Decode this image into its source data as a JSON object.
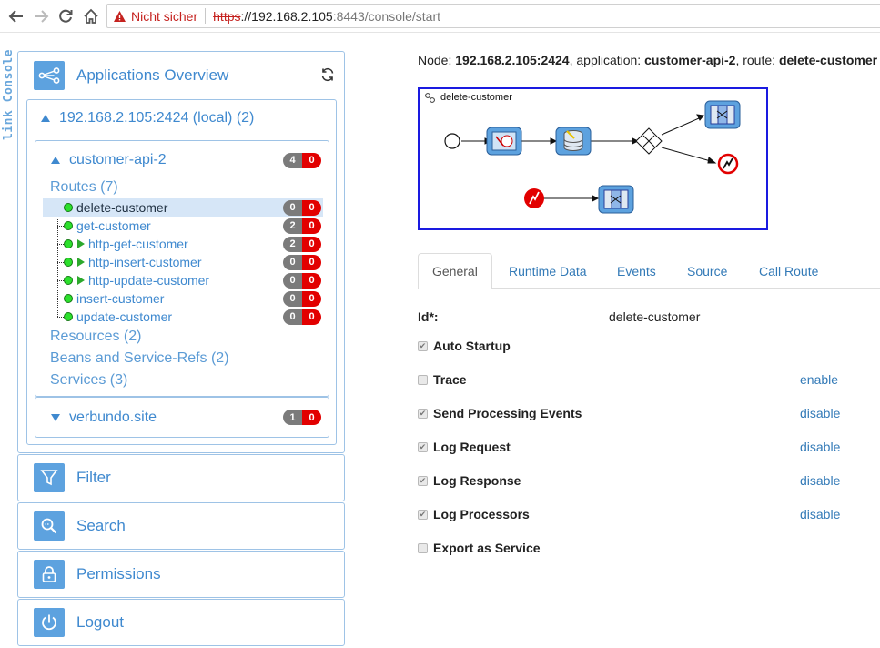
{
  "browser": {
    "security_label": "Nicht sicher",
    "url_scheme": "https",
    "url_host": "://192.168.2.105",
    "url_path": ":8443/console/start"
  },
  "brand": {
    "text": "link Console"
  },
  "sidebar": {
    "applications_title": "Applications Overview",
    "node": {
      "label": "192.168.2.105:2424 (local) (2)",
      "app": {
        "name": "customer-api-2",
        "badge_gray": "4",
        "badge_red": "0",
        "routes_label": "Routes (7)",
        "routes": [
          {
            "name": "delete-customer",
            "gray": "0",
            "red": "0",
            "selected": true,
            "play": false
          },
          {
            "name": "get-customer",
            "gray": "2",
            "red": "0",
            "selected": false,
            "play": false
          },
          {
            "name": "http-get-customer",
            "gray": "2",
            "red": "0",
            "selected": false,
            "play": true
          },
          {
            "name": "http-insert-customer",
            "gray": "0",
            "red": "0",
            "selected": false,
            "play": true
          },
          {
            "name": "http-update-customer",
            "gray": "0",
            "red": "0",
            "selected": false,
            "play": true
          },
          {
            "name": "insert-customer",
            "gray": "0",
            "red": "0",
            "selected": false,
            "play": false
          },
          {
            "name": "update-customer",
            "gray": "0",
            "red": "0",
            "selected": false,
            "play": false
          }
        ],
        "resources_label": "Resources (2)",
        "beans_label": "Beans and Service-Refs (2)",
        "services_label": "Services (3)"
      },
      "site": {
        "name": "verbundo.site",
        "badge_gray": "1",
        "badge_red": "0"
      }
    },
    "menu": {
      "filter": "Filter",
      "search": "Search",
      "permissions": "Permissions",
      "logout": "Logout"
    }
  },
  "main": {
    "node_prefix": "Node:",
    "node_value": "192.168.2.105:2424",
    "app_prefix": ", application:",
    "app_value": "customer-api-2",
    "route_prefix": ", route:",
    "route_value": "delete-customer",
    "diagram_title": "delete-customer",
    "tabs": [
      "General",
      "Runtime Data",
      "Events",
      "Source",
      "Call Route"
    ],
    "id_label": "Id*:",
    "id_value": "delete-customer",
    "props": [
      {
        "label": "Auto Startup",
        "checked": true,
        "action": ""
      },
      {
        "label": "Trace",
        "checked": false,
        "action": "enable"
      },
      {
        "label": "Send Processing Events",
        "checked": true,
        "action": "disable"
      },
      {
        "label": "Log Request",
        "checked": true,
        "action": "disable"
      },
      {
        "label": "Log Response",
        "checked": true,
        "action": "disable"
      },
      {
        "label": "Log Processors",
        "checked": true,
        "action": "disable"
      },
      {
        "label": "Export as Service",
        "checked": false,
        "action": ""
      }
    ]
  },
  "colors": {
    "accent": "#3f89cf",
    "icon_bg": "#5da2df",
    "badge_red": "#e20000",
    "badge_gray": "#7b7b7b",
    "diagram_border": "#1a1ae0"
  }
}
